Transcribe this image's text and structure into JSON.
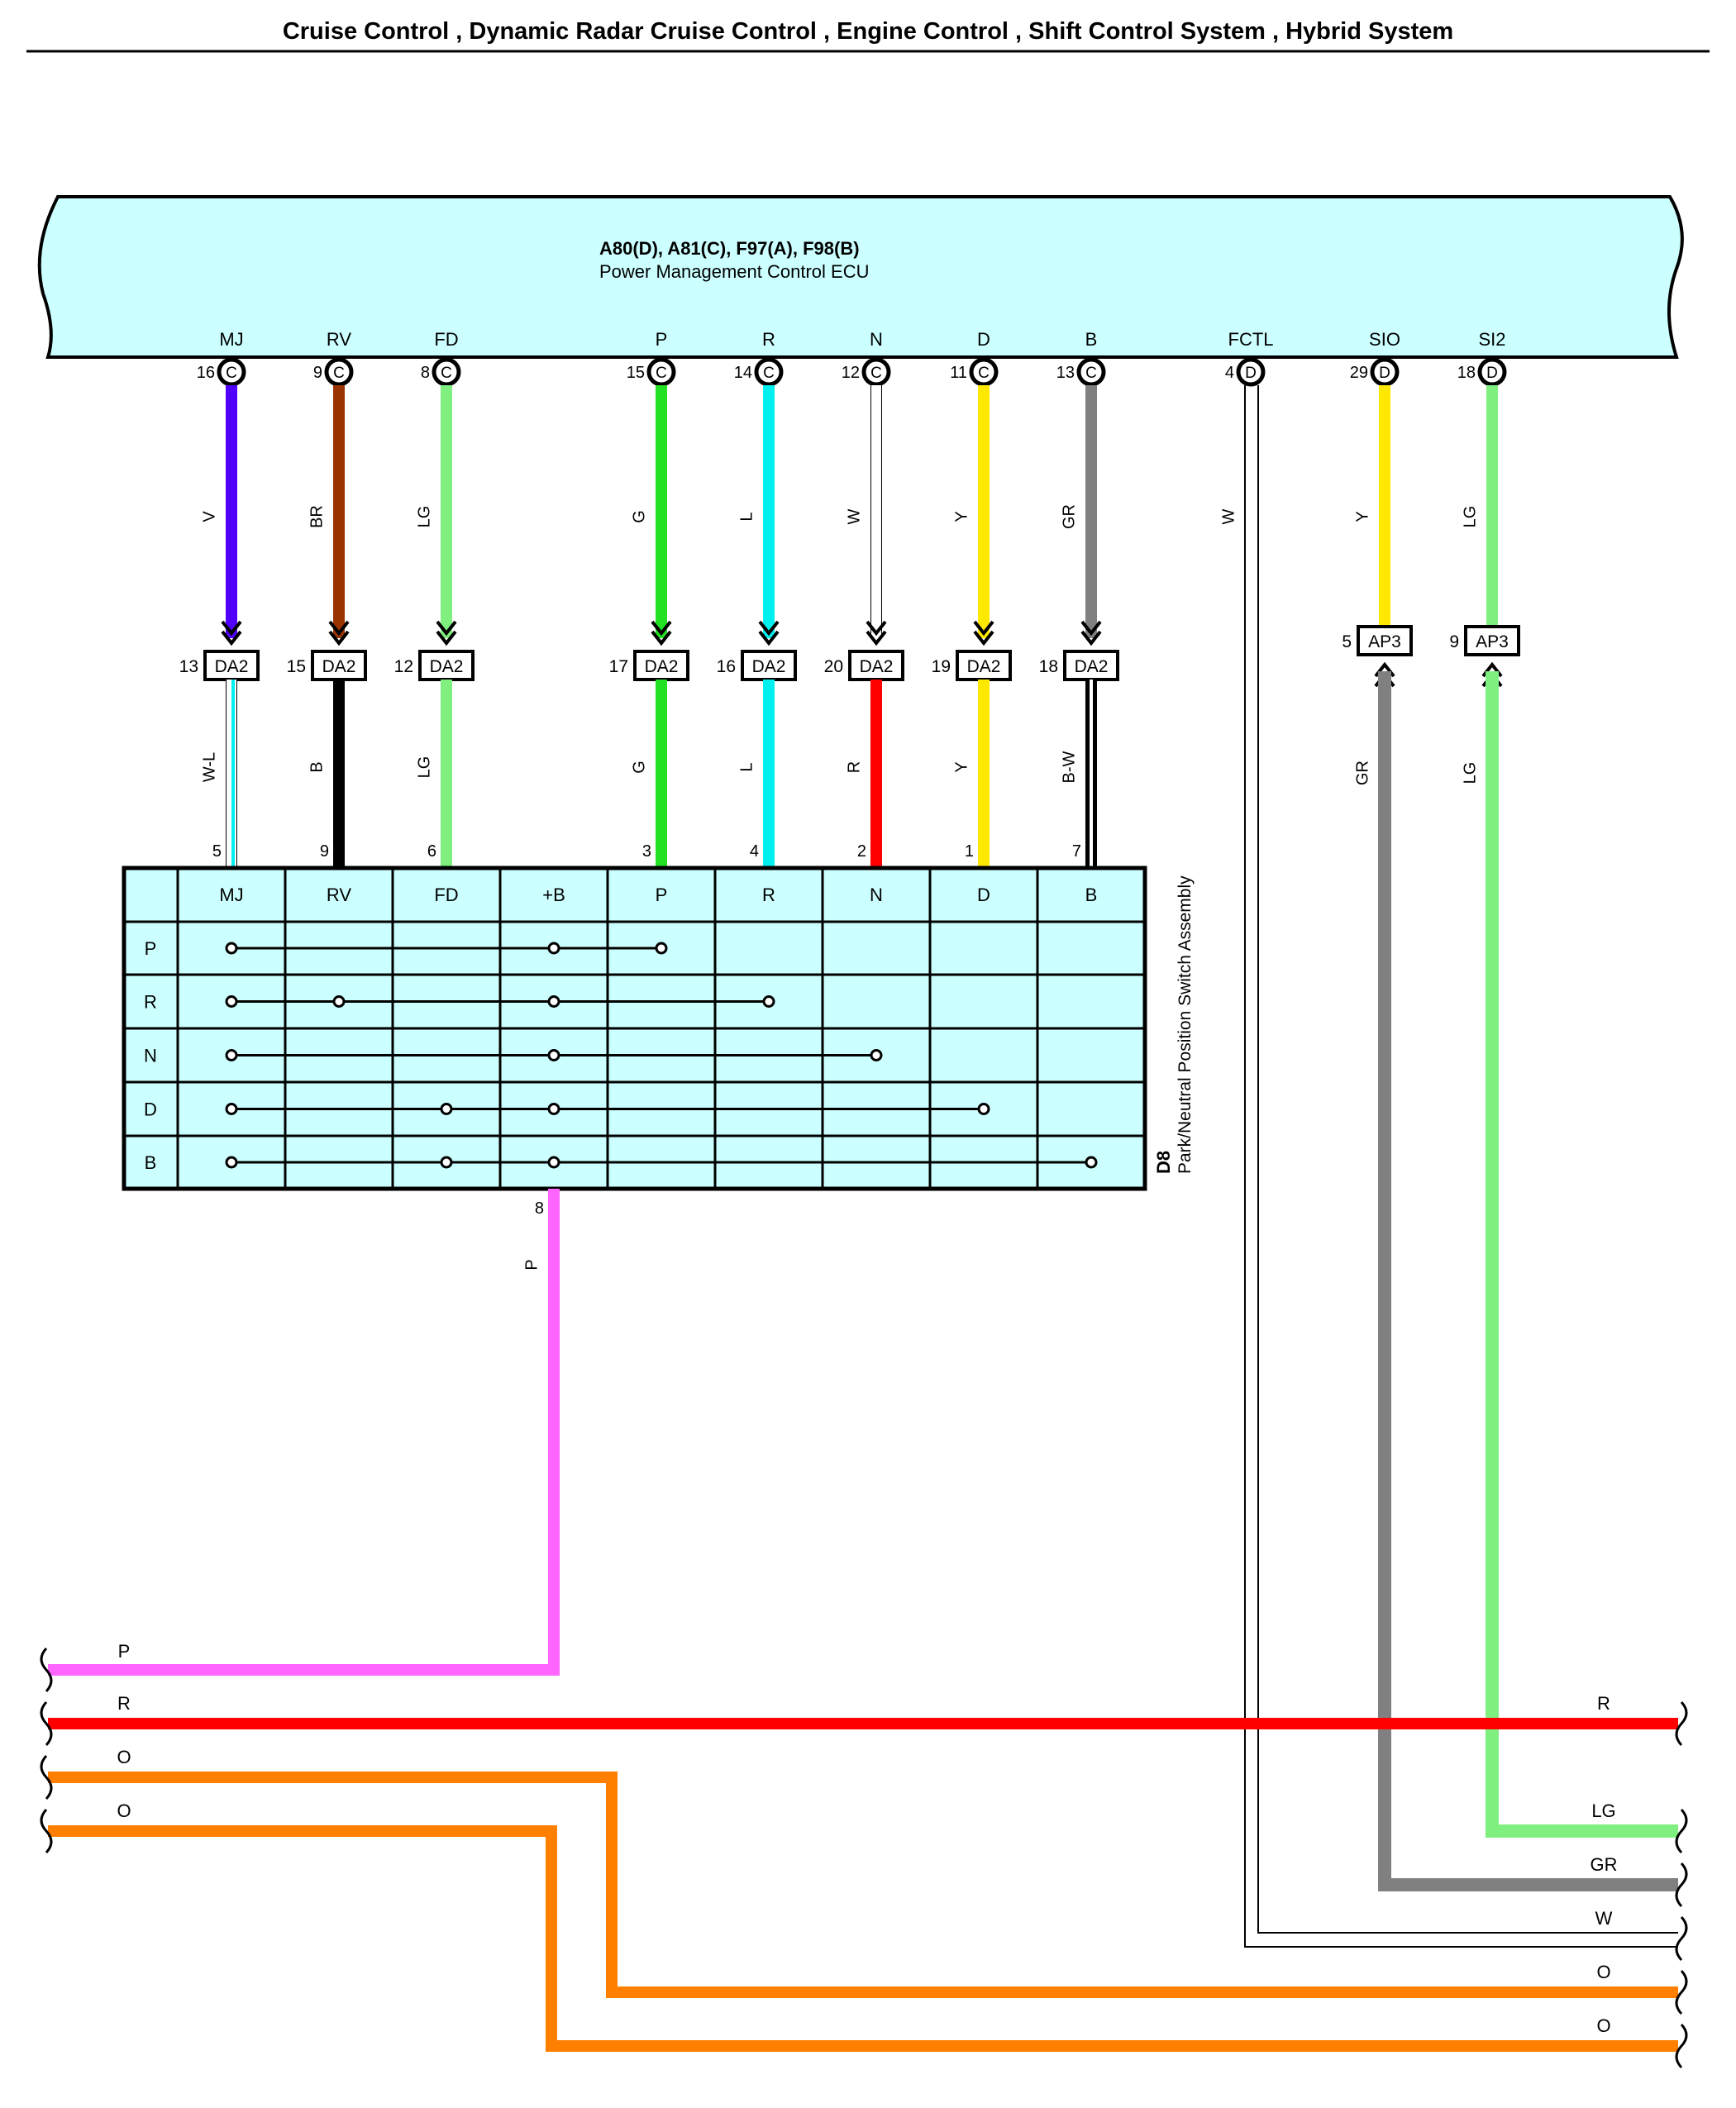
{
  "header": {
    "title": "Cruise Control , Dynamic Radar Cruise Control , Engine Control , Shift Control System , Hybrid System"
  },
  "ecu": {
    "connectors": "A80(D), A81(C), F97(A), F98(B)",
    "name": "Power Management Control ECU"
  },
  "ecu_terminals": [
    {
      "label": "MJ",
      "pin": "16",
      "conn": "C"
    },
    {
      "label": "RV",
      "pin": "9",
      "conn": "C"
    },
    {
      "label": "FD",
      "pin": "8",
      "conn": "C"
    },
    {
      "label": "P",
      "pin": "15",
      "conn": "C"
    },
    {
      "label": "R",
      "pin": "14",
      "conn": "C"
    },
    {
      "label": "N",
      "pin": "12",
      "conn": "C"
    },
    {
      "label": "D",
      "pin": "11",
      "conn": "C"
    },
    {
      "label": "B",
      "pin": "13",
      "conn": "C"
    },
    {
      "label": "FCTL",
      "pin": "4",
      "conn": "D"
    },
    {
      "label": "SIO",
      "pin": "29",
      "conn": "D"
    },
    {
      "label": "SI2",
      "pin": "18",
      "conn": "D"
    }
  ],
  "upper_wires": [
    {
      "color_code": "V",
      "hex": "#5000ff"
    },
    {
      "color_code": "BR",
      "hex": "#993300"
    },
    {
      "color_code": "LG",
      "hex": "#7ff07f"
    },
    {
      "color_code": "G",
      "hex": "#22e022"
    },
    {
      "color_code": "L",
      "hex": "#00f0f0"
    },
    {
      "color_code": "W",
      "hex": "#ffffff"
    },
    {
      "color_code": "Y",
      "hex": "#ffe800"
    },
    {
      "color_code": "GR",
      "hex": "#808080"
    },
    {
      "color_code": "W",
      "hex": "#ffffff"
    },
    {
      "color_code": "Y",
      "hex": "#ffe800"
    },
    {
      "color_code": "LG",
      "hex": "#7ff07f"
    }
  ],
  "da2_junctions": [
    {
      "pin": "13",
      "name": "DA2"
    },
    {
      "pin": "15",
      "name": "DA2"
    },
    {
      "pin": "12",
      "name": "DA2"
    },
    {
      "pin": "17",
      "name": "DA2"
    },
    {
      "pin": "16",
      "name": "DA2"
    },
    {
      "pin": "20",
      "name": "DA2"
    },
    {
      "pin": "19",
      "name": "DA2"
    },
    {
      "pin": "18",
      "name": "DA2"
    }
  ],
  "ap3_junctions": [
    {
      "pin": "5",
      "name": "AP3"
    },
    {
      "pin": "9",
      "name": "AP3"
    }
  ],
  "lower_wires": [
    {
      "color_code": "W-L",
      "hex": "#ffffff",
      "stripe": "#00f0f0",
      "switch_pin": "5"
    },
    {
      "color_code": "B",
      "hex": "#000000",
      "switch_pin": "9"
    },
    {
      "color_code": "LG",
      "hex": "#7ff07f",
      "switch_pin": "6"
    },
    {
      "color_code": "G",
      "hex": "#22e022",
      "switch_pin": "3"
    },
    {
      "color_code": "L",
      "hex": "#00f0f0",
      "switch_pin": "4"
    },
    {
      "color_code": "R",
      "hex": "#ff0000",
      "switch_pin": "2"
    },
    {
      "color_code": "Y",
      "hex": "#ffe800",
      "switch_pin": "1"
    },
    {
      "color_code": "B-W",
      "hex": "#000000",
      "stripe": "#ffffff",
      "switch_pin": "7"
    }
  ],
  "ap3_lower_wires": [
    {
      "color_code": "GR",
      "hex": "#808080"
    },
    {
      "color_code": "LG",
      "hex": "#7ff07f"
    }
  ],
  "switch": {
    "id": "D8",
    "name": "Park/Neutral Position Switch Assembly",
    "columns": [
      "MJ",
      "RV",
      "FD",
      "+B",
      "P",
      "R",
      "N",
      "D",
      "B"
    ],
    "rows": [
      {
        "label": "P",
        "connected": [
          "MJ",
          "+B",
          "P"
        ]
      },
      {
        "label": "R",
        "connected": [
          "MJ",
          "RV",
          "+B",
          "R"
        ]
      },
      {
        "label": "N",
        "connected": [
          "MJ",
          "+B",
          "N"
        ]
      },
      {
        "label": "D",
        "connected": [
          "MJ",
          "FD",
          "+B",
          "D"
        ]
      },
      {
        "label": "B",
        "connected": [
          "MJ",
          "FD",
          "+B",
          "B"
        ]
      }
    ],
    "output_pin": "8",
    "output_wire": {
      "color_code": "P",
      "hex": "#ff66ff"
    }
  },
  "bus_wires": [
    {
      "label_left": "P",
      "label_right": "",
      "hex": "#ff66ff"
    },
    {
      "label_left": "R",
      "label_right": "R",
      "hex": "#ff0000"
    },
    {
      "label_left": "O",
      "label_right": "O",
      "hex": "#ff8000"
    },
    {
      "label_left": "O",
      "label_right": "O",
      "hex": "#ff8000"
    },
    {
      "label_left": "",
      "label_right": "LG",
      "hex": "#7ff07f"
    },
    {
      "label_left": "",
      "label_right": "GR",
      "hex": "#808080"
    },
    {
      "label_left": "",
      "label_right": "W",
      "hex": "#ffffff"
    }
  ],
  "colors": {
    "ecu_fill": "#ccffff",
    "table_fill": "#ccffff",
    "outline": "#000000"
  }
}
